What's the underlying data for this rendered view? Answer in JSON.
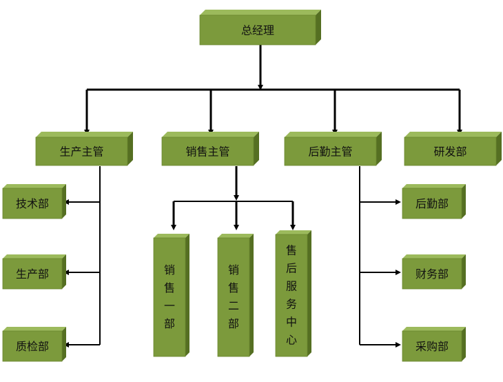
{
  "colors": {
    "front": "#7c9a3c",
    "top": "#9cba5c",
    "side": "#556f22",
    "shade": "#6a862f",
    "line": "#000000",
    "text": "#111111"
  },
  "nodes": {
    "ceo": "总经理",
    "production_mgr": "生产主管",
    "sales_mgr": "销售主管",
    "logistics_mgr": "后勤主管",
    "rnd": "研发部",
    "tech_dept": "技术部",
    "production_dept": "生产部",
    "qc_dept": "质检部",
    "sales_one": "销售一部",
    "sales_two": "销售二部",
    "after_sales": "售后服务中心",
    "logistics_dept": "后勤部",
    "finance_dept": "财务部",
    "purchase_dept": "采购部"
  }
}
